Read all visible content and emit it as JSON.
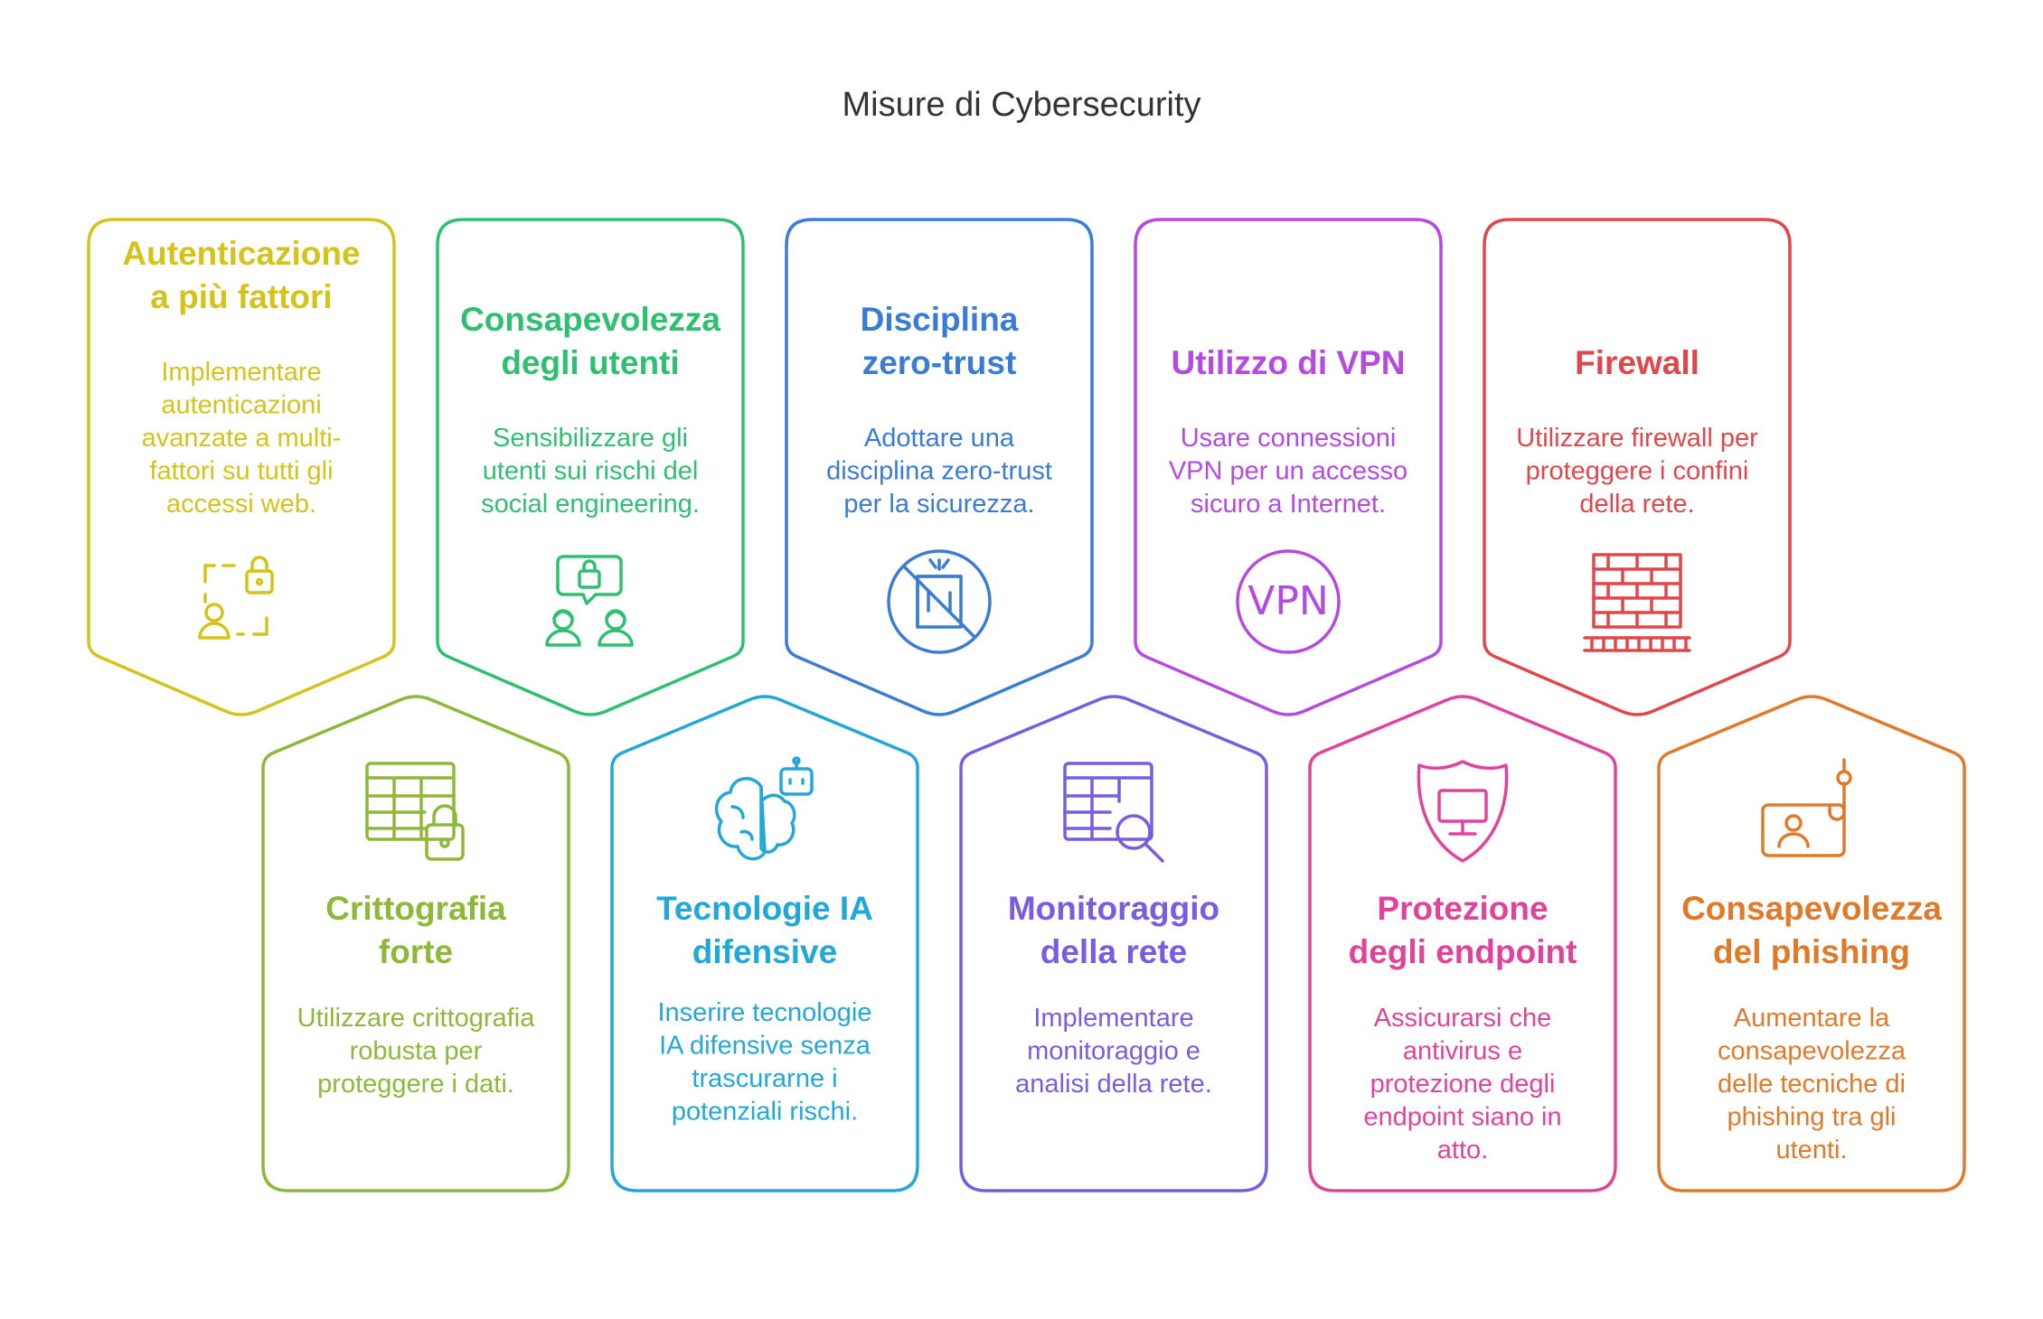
{
  "title": "Misure di Cybersecurity",
  "cards": [
    {
      "id": "mfa",
      "row": "top",
      "color": "#D4C31A",
      "title": [
        "Autenticazione",
        "a più fattori"
      ],
      "desc": [
        "Implementare",
        "autenticazioni",
        "avanzate a multi-",
        "fattori su tutti gli",
        "accessi web."
      ],
      "icon": "user-lock-icon"
    },
    {
      "id": "user-awareness",
      "row": "top",
      "color": "#2FBF71",
      "title": [
        "Consapevolezza",
        "degli utenti"
      ],
      "desc": [
        "Sensibilizzare gli",
        "utenti sui rischi del",
        "social engineering."
      ],
      "icon": "users-lock-chat-icon"
    },
    {
      "id": "zero-trust",
      "row": "top",
      "color": "#3A7BD5",
      "title": [
        "Disciplina",
        "zero-trust"
      ],
      "desc": [
        "Adottare una",
        "disciplina zero-trust",
        "per la sicurezza."
      ],
      "icon": "no-door-access-icon"
    },
    {
      "id": "vpn",
      "row": "top",
      "color": "#B44AE0",
      "title": [
        "Utilizzo di VPN"
      ],
      "desc": [
        "Usare connessioni",
        "VPN per un accesso",
        "sicuro a Internet."
      ],
      "icon": "vpn-icon",
      "icon_text": "VPN"
    },
    {
      "id": "firewall",
      "row": "top",
      "color": "#E0474C",
      "title": [
        "Firewall"
      ],
      "desc": [
        "Utilizzare firewall per",
        "proteggere i confini",
        "della rete."
      ],
      "icon": "firewall-brick-wall-icon"
    },
    {
      "id": "encryption",
      "row": "bottom",
      "color": "#8DB83A",
      "title": [
        "Crittografia",
        "forte"
      ],
      "desc": [
        "Utilizzare crittografia",
        "robusta per",
        "proteggere i dati."
      ],
      "icon": "table-lock-icon"
    },
    {
      "id": "ai",
      "row": "bottom",
      "color": "#22A8D8",
      "title": [
        "Tecnologie IA",
        "difensive"
      ],
      "desc": [
        "Inserire tecnologie",
        "IA difensive senza",
        "trascurarne i",
        "potenziali rischi."
      ],
      "icon": "brain-robot-icon"
    },
    {
      "id": "monitoring",
      "row": "bottom",
      "color": "#7A5CE0",
      "title": [
        "Monitoraggio",
        "della rete"
      ],
      "desc": [
        "Implementare",
        "monitoraggio e",
        "analisi della rete."
      ],
      "icon": "table-search-icon"
    },
    {
      "id": "endpoint",
      "row": "bottom",
      "color": "#E0449A",
      "title": [
        "Protezione",
        "degli endpoint"
      ],
      "desc": [
        "Assicurarsi che",
        "antivirus e",
        "protezione degli",
        "endpoint siano in",
        "atto."
      ],
      "icon": "shield-monitor-icon"
    },
    {
      "id": "phishing",
      "row": "bottom",
      "color": "#E07A2A",
      "title": [
        "Consapevolezza",
        "del phishing"
      ],
      "desc": [
        "Aumentare la",
        "consapevolezza",
        "delle tecniche di",
        "phishing tra gli",
        "utenti."
      ],
      "icon": "phishing-hook-icon"
    }
  ]
}
